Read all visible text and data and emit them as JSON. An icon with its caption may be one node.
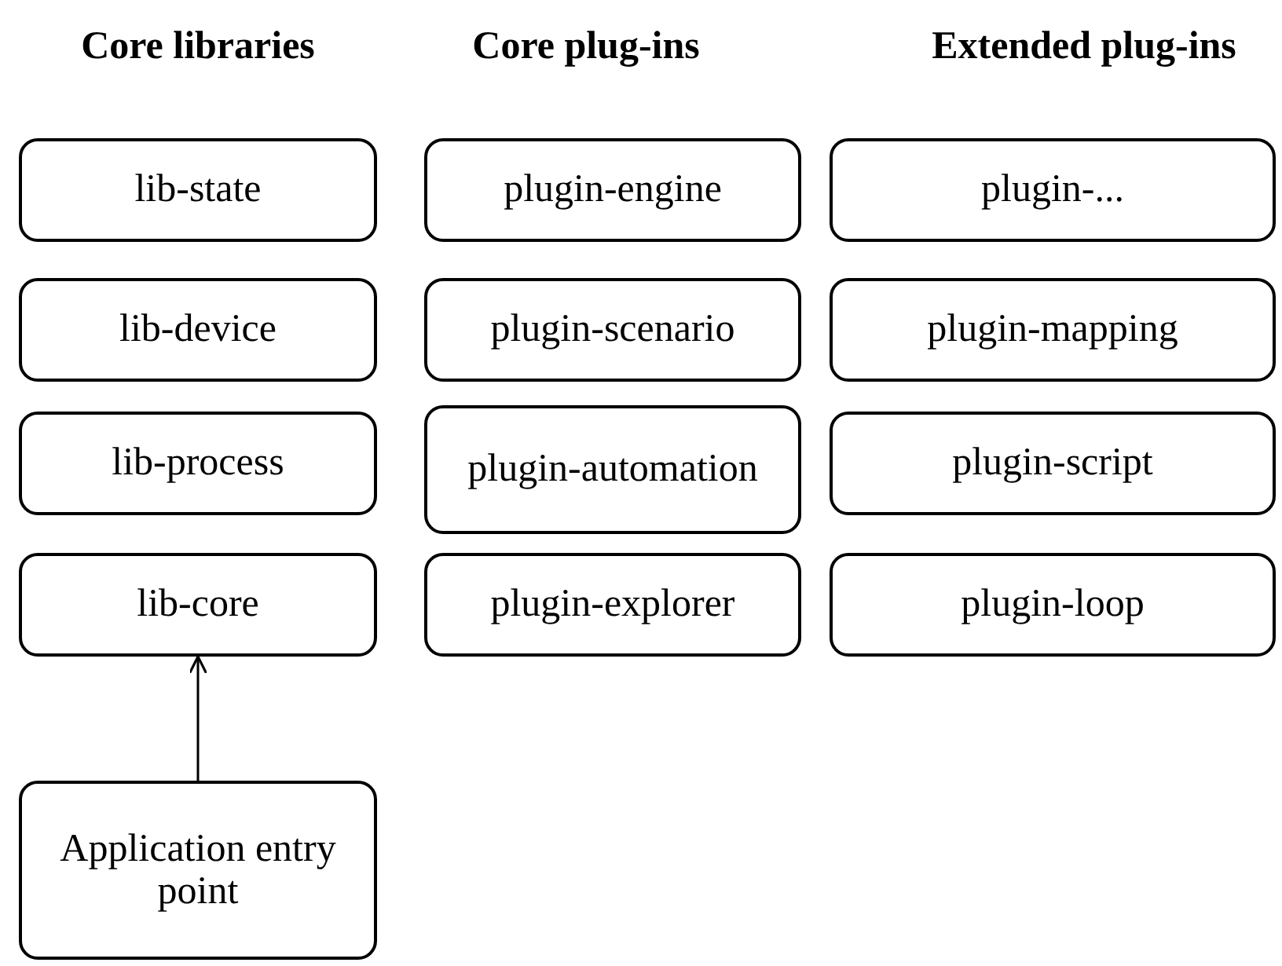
{
  "diagram": {
    "nodes": [
      {
        "text": [
          "lib-state"
        ]
      },
      {
        "text": [
          "lib-device"
        ]
      },
      {
        "text": [
          "lib-process"
        ]
      },
      {
        "text": [
          "lib-core"
        ]
      },
      {
        "text": [
          "Application entry point"
        ]
      },
      {
        "text": [
          "plugin-engine"
        ]
      },
      {
        "text": [
          "plugin-scenario"
        ]
      },
      {
        "text": [
          "plugin-automation"
        ]
      },
      {
        "text": [
          "plugin-explorer"
        ]
      },
      {
        "text": [
          "plugin-..."
        ]
      },
      {
        "text": [
          "plugin-mapping"
        ]
      },
      {
        "text": [
          "plugin-script"
        ]
      },
      {
        "text": [
          "plugin-loop"
        ]
      }
    ],
    "edges": [
      {
        "from": 4,
        "to": 3,
        "arrow": "to"
      }
    ],
    "labels": [
      "Core libraries",
      "Core plug-ins",
      "Extended plug-ins"
    ]
  }
}
